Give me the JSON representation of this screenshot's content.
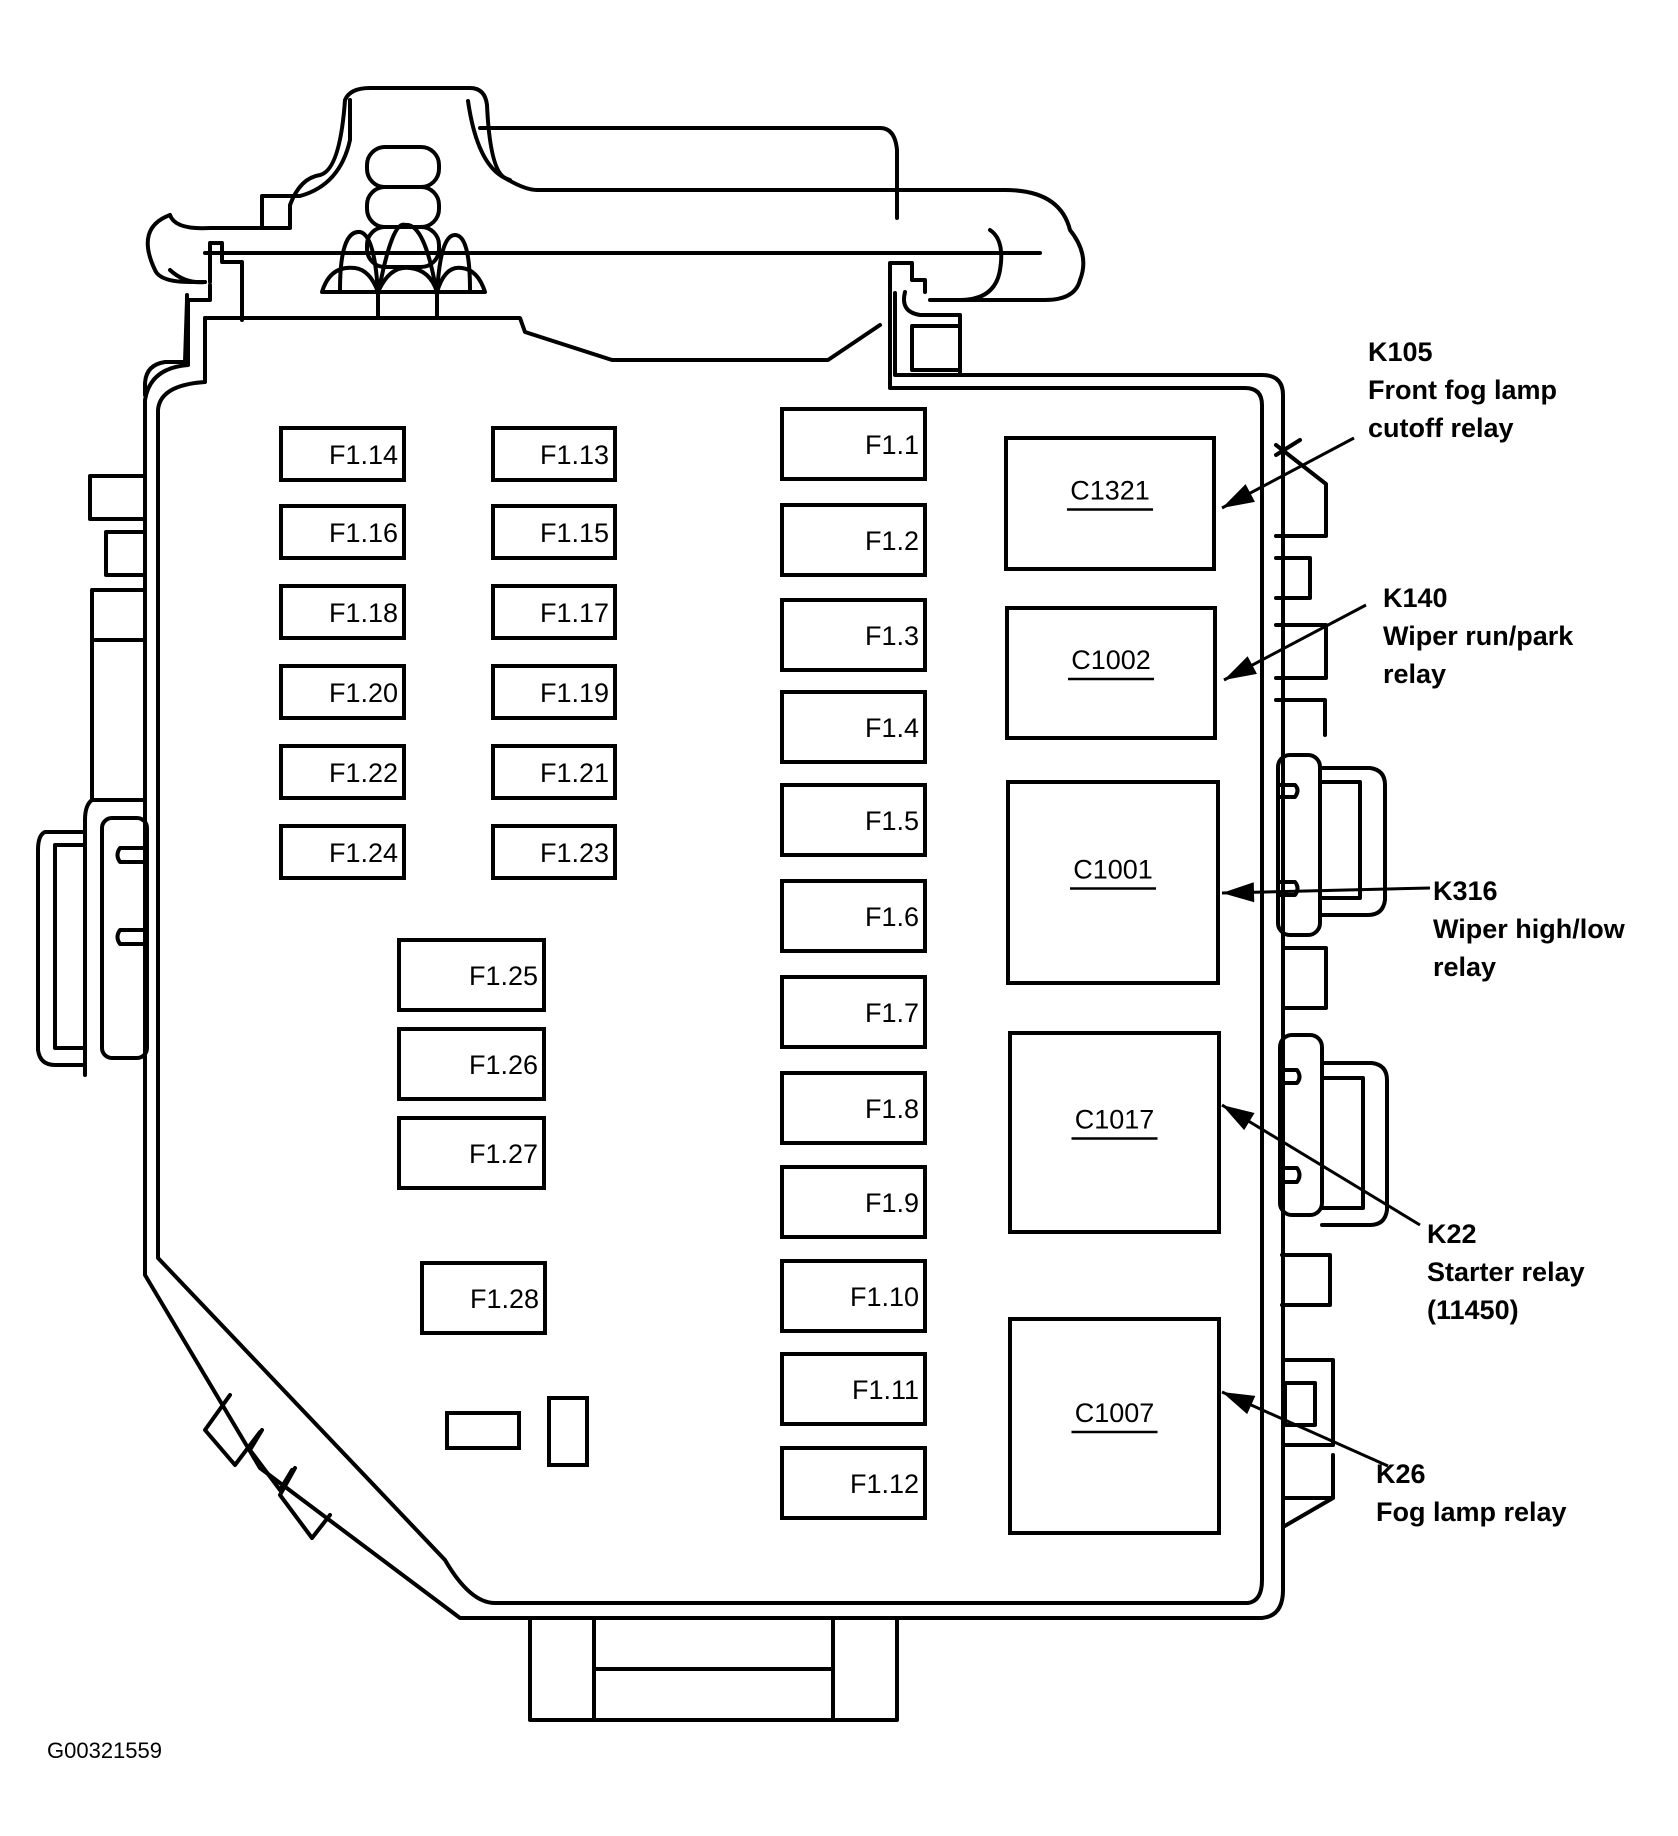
{
  "figure_id": "G00321559",
  "fuses": {
    "left_outer": [
      "F1.14",
      "F1.16",
      "F1.18",
      "F1.20",
      "F1.22",
      "F1.24"
    ],
    "left_inner": [
      "F1.13",
      "F1.15",
      "F1.17",
      "F1.19",
      "F1.21",
      "F1.23"
    ],
    "lower_left": [
      "F1.25",
      "F1.26",
      "F1.27"
    ],
    "single": "F1.28",
    "center": [
      "F1.1",
      "F1.2",
      "F1.3",
      "F1.4",
      "F1.5",
      "F1.6",
      "F1.7",
      "F1.8",
      "F1.9",
      "F1.10",
      "F1.11",
      "F1.12"
    ]
  },
  "relays": [
    {
      "connector": "C1321",
      "id": "K105",
      "lines": [
        "K105",
        "Front fog lamp",
        "cutoff relay"
      ]
    },
    {
      "connector": "C1002",
      "id": "K140",
      "lines": [
        "K140",
        "Wiper run/park",
        "relay"
      ]
    },
    {
      "connector": "C1001",
      "id": "K316",
      "lines": [
        "K316",
        "Wiper high/low",
        "relay"
      ]
    },
    {
      "connector": "C1017",
      "id": "K22",
      "lines": [
        "K22",
        "Starter relay",
        "(11450)"
      ]
    },
    {
      "connector": "C1007",
      "id": "K26",
      "lines": [
        "K26",
        "Fog lamp relay"
      ]
    }
  ]
}
